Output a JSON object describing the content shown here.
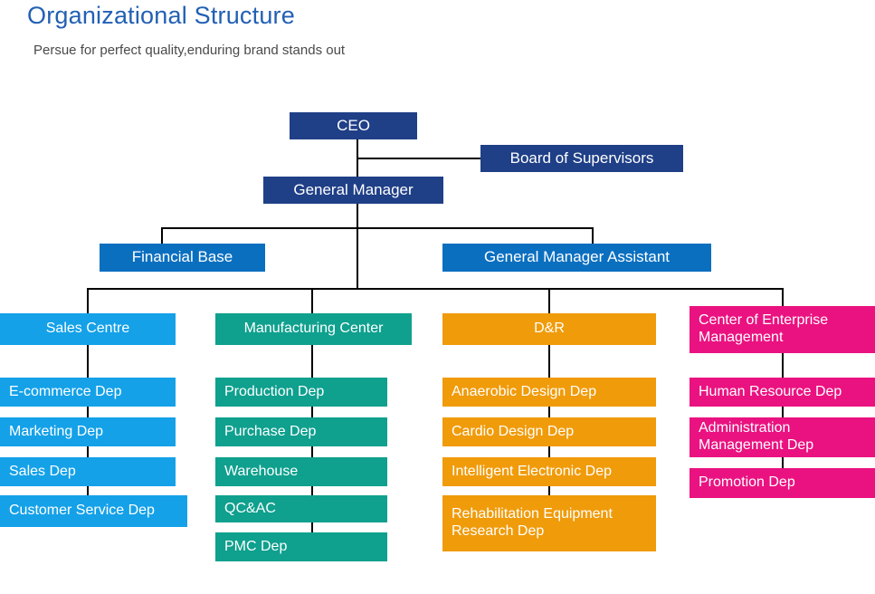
{
  "header": {
    "title": "Organizational Structure",
    "subtitle": "Persue for perfect quality,enduring brand stands out"
  },
  "colors": {
    "title": "#2260b4",
    "navy": "#1f3f87",
    "blue": "#0b6fc0",
    "sky": "#14a1e8",
    "teal": "#0fa08e",
    "orange": "#f09b0a",
    "pink": "#ea1280",
    "connector": "#000000"
  },
  "chart_data": {
    "type": "org-chart",
    "title": "Organizational Structure",
    "subtitle": "Persue for perfect quality,enduring brand stands out",
    "levels": [
      {
        "level": 1,
        "nodes": [
          "CEO",
          "Board of Supervisors"
        ]
      },
      {
        "level": 2,
        "nodes": [
          "General Manager"
        ]
      },
      {
        "level": 3,
        "nodes": [
          "Financial Base",
          "General Manager Assistant"
        ]
      },
      {
        "level": 4,
        "nodes": [
          "Sales Centre",
          "Manufacturing Center",
          "D&R",
          "Center of Enterprise Management"
        ]
      }
    ],
    "edges": [
      [
        "CEO",
        "Board of Supervisors"
      ],
      [
        "CEO",
        "General Manager"
      ],
      [
        "General Manager",
        "Financial Base"
      ],
      [
        "General Manager",
        "General Manager Assistant"
      ],
      [
        "General Manager",
        "Sales Centre"
      ],
      [
        "General Manager",
        "Manufacturing Center"
      ],
      [
        "General Manager",
        "D&R"
      ],
      [
        "General Manager",
        "Center of Enterprise Management"
      ]
    ]
  },
  "top": {
    "ceo": "CEO",
    "board": "Board of Supervisors",
    "general_manager": "General Manager",
    "financial_base": "Financial Base",
    "gm_assistant": "General Manager Assistant"
  },
  "columns": [
    {
      "id": "sales-centre",
      "head": "Sales Centre",
      "color": "sky",
      "items": [
        "E-commerce Dep",
        "Marketing Dep",
        "Sales Dep",
        "Customer Service Dep"
      ]
    },
    {
      "id": "manufacturing-center",
      "head": "Manufacturing Center",
      "color": "teal",
      "items": [
        "Production Dep",
        "Purchase Dep",
        "Warehouse",
        "QC&AC",
        "PMC Dep"
      ]
    },
    {
      "id": "d-and-r",
      "head": "D&R",
      "color": "orange",
      "items": [
        "Anaerobic Design Dep",
        "Cardio Design Dep",
        "Intelligent Electronic Dep",
        "Rehabilitation Equipment Research Dep"
      ]
    },
    {
      "id": "center-of-enterprise-management",
      "head": "Center of Enterprise Management",
      "color": "pink",
      "items": [
        "Human Resource Dep",
        "Administration Management Dep",
        "Promotion Dep"
      ]
    }
  ]
}
